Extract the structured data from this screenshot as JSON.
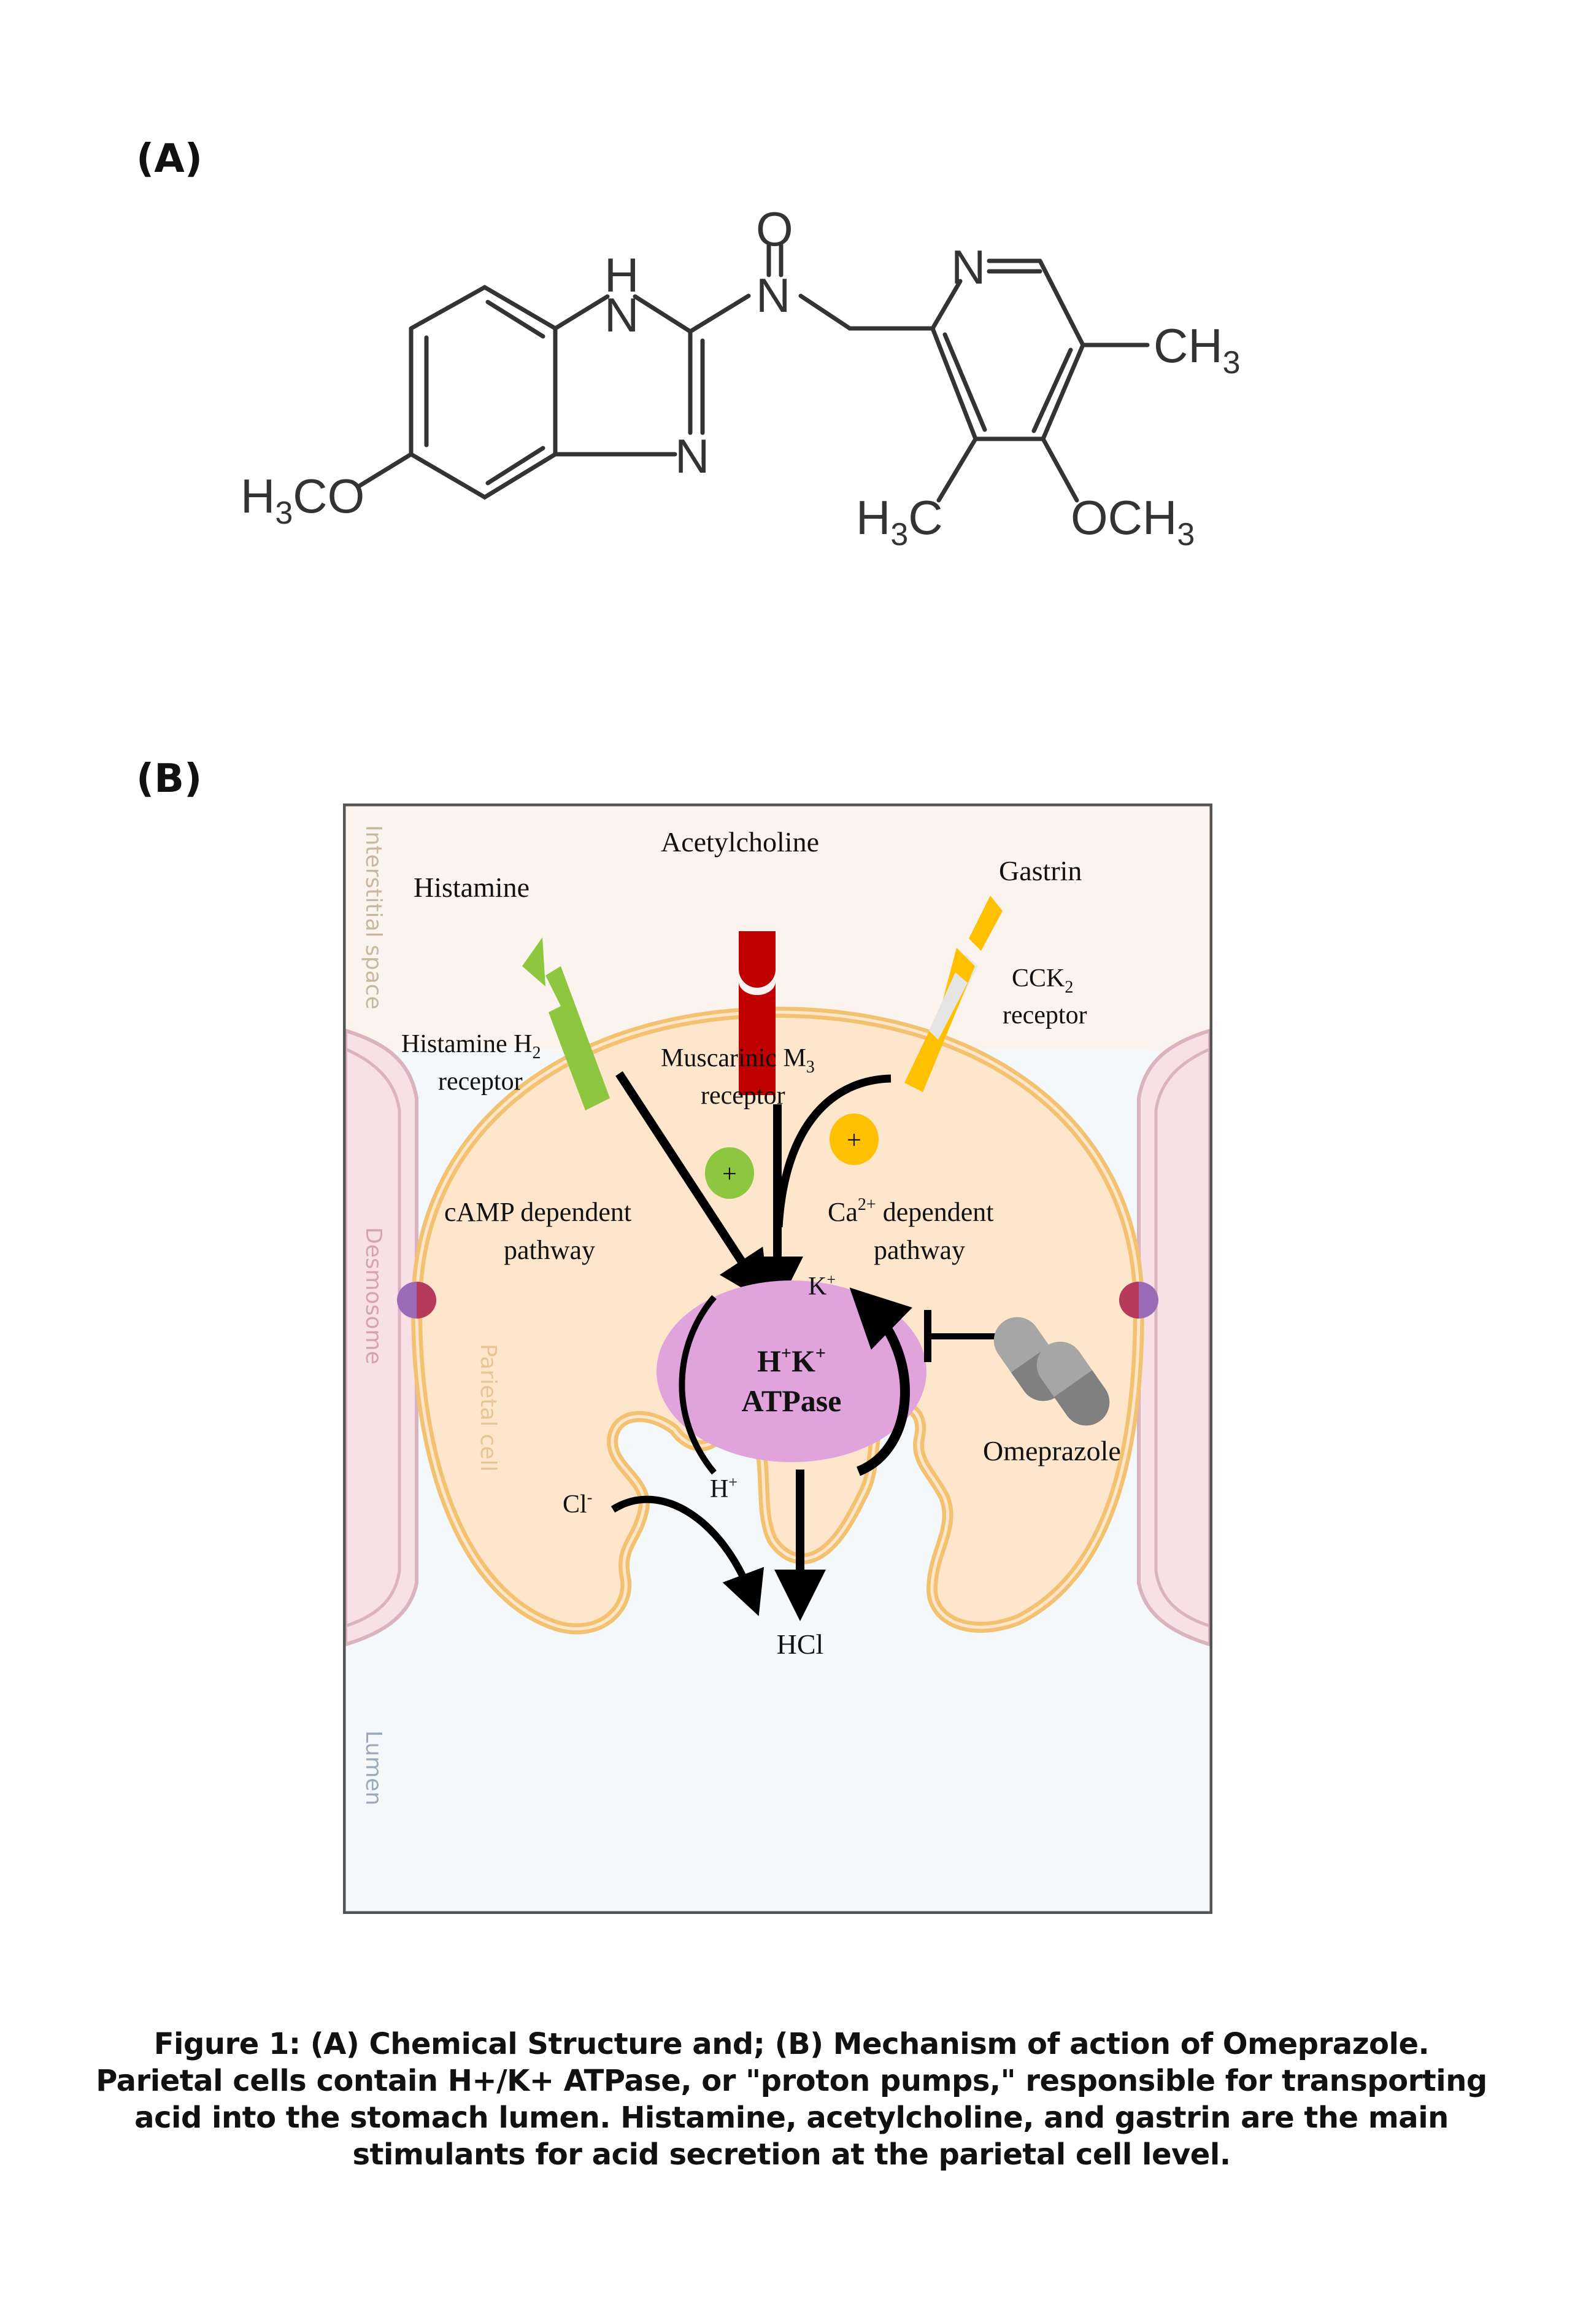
{
  "panels": {
    "a_label": "(A)",
    "b_label": "(B)"
  },
  "structure": {
    "atoms": {
      "h_nh": "H",
      "n_nh": "N",
      "n_imine": "N",
      "o_sulfinyl": "O",
      "n_sulfinyl": "N",
      "n_pyridine": "N",
      "methoxy_left_main": "H",
      "methoxy_left_sub": "3",
      "methoxy_left_rest": "CO",
      "methyl_right_main": "CH",
      "methyl_right_sub": "3",
      "methyl_bottom_main": "H",
      "methyl_bottom_sub": "3",
      "methyl_bottom_rest": "C",
      "methoxy_bottom_main": "OCH",
      "methoxy_bottom_sub": "3"
    }
  },
  "diagram": {
    "regions": {
      "interstitial": "Interstitial space",
      "desmosome": "Desmosome",
      "parietal_cell": "Parietal cell",
      "lumen": "Lumen"
    },
    "stimulants": {
      "histamine": "Histamine",
      "acetylcholine": "Acetylcholine",
      "gastrin": "Gastrin"
    },
    "receptors": {
      "h2_line1_main": "Histamine H",
      "h2_line1_sub": "2",
      "h2_line2": "receptor",
      "m3_line1_main": "Muscarinic M",
      "m3_line1_sub": "3",
      "m3_line2": "receptor",
      "cck_line1_main": "CCK",
      "cck_line1_sub": "2",
      "cck_line2": "receptor"
    },
    "pathways": {
      "camp_line1": "cAMP dependent",
      "camp_line2": "pathway",
      "ca_line1_main": "Ca",
      "ca_line1_sup": "2+",
      "ca_line1_rest": " dependent",
      "ca_line2": "pathway"
    },
    "plus_signs": {
      "green": "+",
      "yellow": "+"
    },
    "pump": {
      "line1_h": "H",
      "line1_h_sup": "+",
      "line1_k": "K",
      "line1_k_sup": "+",
      "line2": "ATPase"
    },
    "ions": {
      "k_main": "K",
      "k_sup": "+",
      "h_main": "H",
      "h_sup": "+",
      "cl_main": "Cl",
      "cl_sup": "-",
      "hcl": "HCl"
    },
    "drug": "Omeprazole"
  },
  "caption": "Figure 1: (A) Chemical Structure and; (B) Mechanism of action of Omeprazole. Parietal cells contain H+/K+ ATPase, or \"proton pumps,\" responsible for transporting acid into the stomach lumen. Histamine, acetylcholine, and gastrin are the main stimulants for acid secretion at the parietal cell level.",
  "colors": {
    "histamine": "#8dc63f",
    "acetylcholine": "#c00000",
    "gastrin": "#ffc000",
    "pump": "#e0a3dc",
    "cell_fill": "#fde6cc",
    "membrane": "#f2c270",
    "desmosome_fill": "#f7e0e6",
    "lumen": "#f5f8fb",
    "interstitial": "#fbf4ee"
  }
}
